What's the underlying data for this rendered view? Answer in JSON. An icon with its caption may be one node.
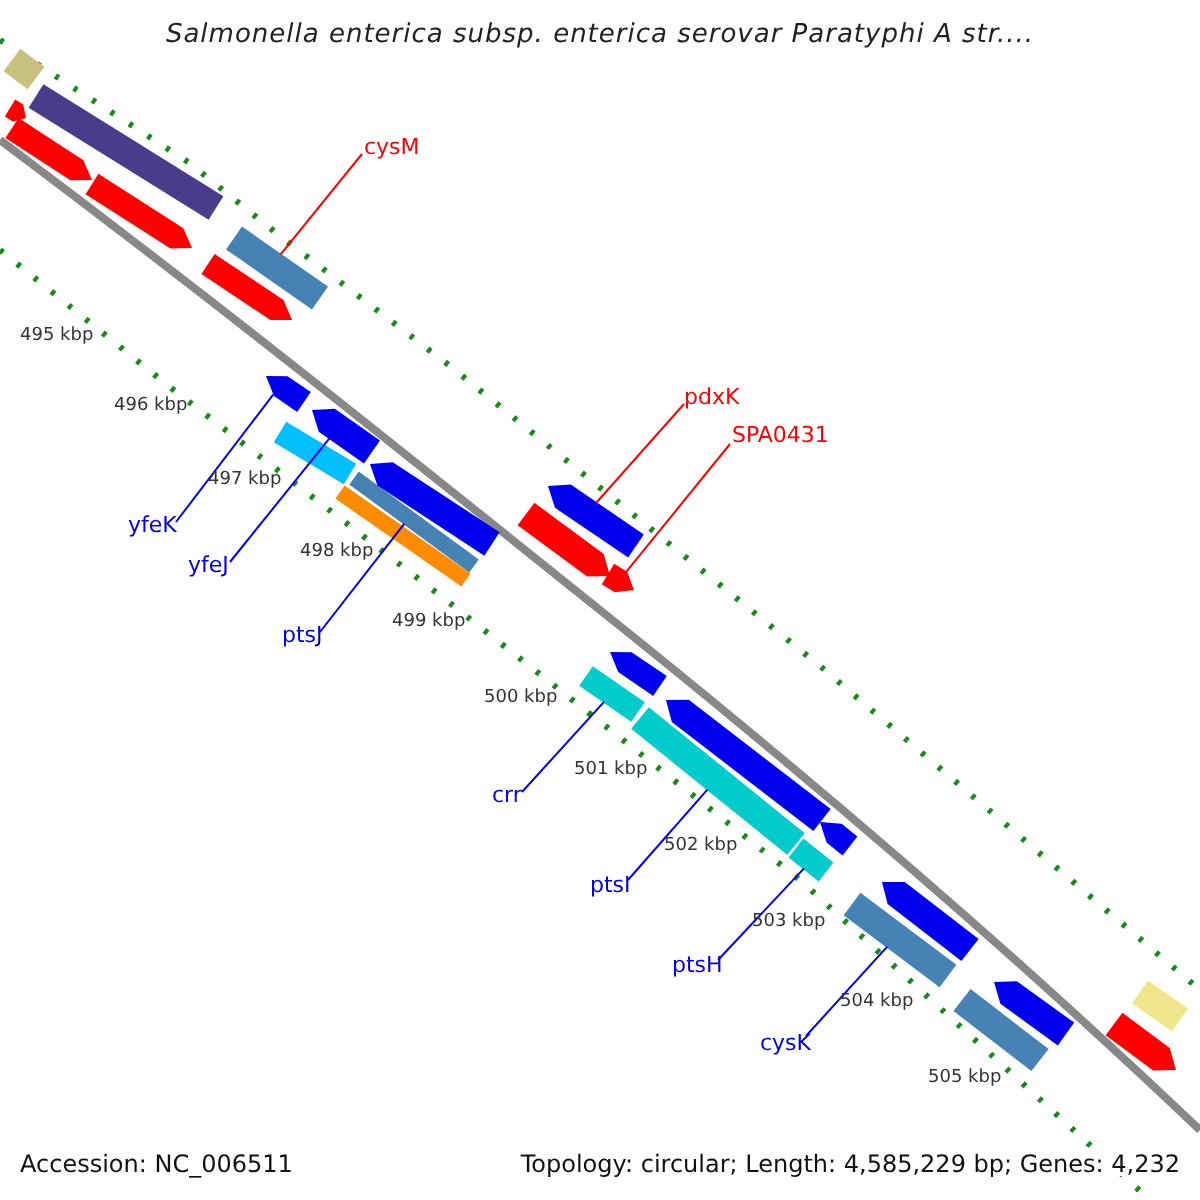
{
  "diagram": {
    "title": "Salmonella enterica subsp. enterica serovar Paratyphi A str....",
    "nodes": [
      {
        "text": [
          "cysM"
        ]
      },
      {
        "text": [],
        "shape": "bar"
      },
      {
        "text": [
          "pdxK"
        ]
      },
      {
        "text": [],
        "shape": "pentagon"
      },
      {
        "text": [
          "SPA0431"
        ]
      },
      {
        "text": [],
        "shape": "pentagon"
      },
      {
        "text": [
          "yfeK"
        ]
      },
      {
        "text": [],
        "shape": "pentagon"
      },
      {
        "text": [
          "yfeJ"
        ]
      },
      {
        "text": [],
        "shape": "pentagon"
      },
      {
        "text": [
          "ptsJ"
        ]
      },
      {
        "text": [],
        "shape": "bar"
      },
      {
        "text": [
          "crr"
        ]
      },
      {
        "text": [],
        "shape": "bar"
      },
      {
        "text": [
          "ptsI"
        ]
      },
      {
        "text": [],
        "shape": "bar"
      },
      {
        "text": [
          "ptsH"
        ]
      },
      {
        "text": [],
        "shape": "bar"
      },
      {
        "text": [
          "cysK"
        ]
      },
      {
        "text": [],
        "shape": "bar"
      },
      {
        "text": [],
        "shape": "bar"
      },
      {
        "text": [],
        "shape": "bar"
      },
      {
        "text": [],
        "shape": "pentagon"
      },
      {
        "text": [],
        "shape": "pentagon"
      },
      {
        "text": [],
        "shape": "pentagon"
      },
      {
        "text": [],
        "shape": "pentagon"
      },
      {
        "text": [],
        "shape": "pentagon"
      },
      {
        "text": [],
        "shape": "bar"
      },
      {
        "text": [],
        "shape": "bar"
      },
      {
        "text": [],
        "shape": "pentagon"
      },
      {
        "text": [],
        "shape": "pentagon"
      },
      {
        "text": [],
        "shape": "pentagon"
      },
      {
        "text": [],
        "shape": "pentagon"
      },
      {
        "text": [],
        "shape": "pentagon"
      },
      {
        "text": [],
        "shape": "pentagon"
      },
      {
        "text": [],
        "shape": "bar"
      },
      {
        "text": [],
        "shape": "bar"
      },
      {
        "text": [],
        "shape": "pentagon"
      }
    ],
    "edges": [
      {
        "from": 0,
        "to": 1,
        "arrow": "none",
        "color": "#ff0000"
      },
      {
        "from": 2,
        "to": 3,
        "arrow": "none",
        "color": "#ff0000"
      },
      {
        "from": 4,
        "to": 5,
        "arrow": "none",
        "color": "#ff0000"
      },
      {
        "from": 6,
        "to": 7,
        "arrow": "none"
      },
      {
        "from": 8,
        "to": 9,
        "arrow": "none"
      },
      {
        "from": 10,
        "to": 11,
        "arrow": "none"
      },
      {
        "from": 12,
        "to": 13,
        "arrow": "none"
      },
      {
        "from": 14,
        "to": 15,
        "arrow": "none"
      },
      {
        "from": 16,
        "to": 17,
        "arrow": "none"
      },
      {
        "from": 18,
        "to": 19,
        "arrow": "none"
      }
    ],
    "labels": [
      "495 kbp",
      "496 kbp",
      "497 kbp",
      "498 kbp",
      "499 kbp",
      "500 kbp",
      "501 kbp",
      "502 kbp",
      "503 kbp",
      "504 kbp",
      "505 kbp",
      "Accession: NC_006511",
      "Topology: circular; Length: 4,585,229 bp; Genes: 4,232"
    ]
  }
}
